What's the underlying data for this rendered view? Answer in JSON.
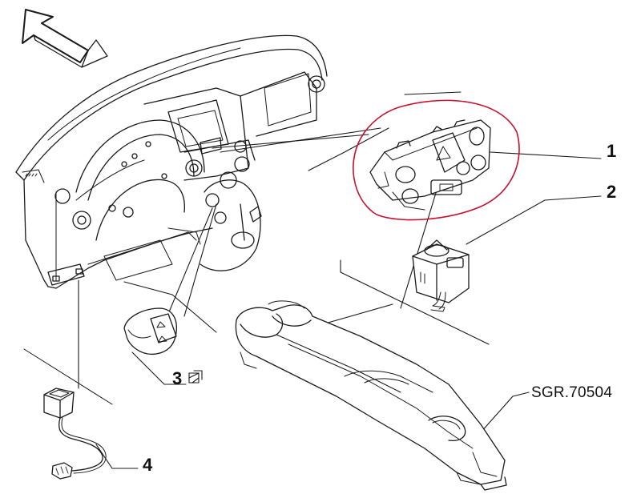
{
  "callouts": {
    "c1": "1",
    "c2": "2",
    "c3": "3",
    "c4": "4"
  },
  "reference": "SGR.70504",
  "highlight_color": "#c8102e",
  "line_color": "#1a1a1a",
  "icons": {
    "direction_arrow": "arrow-up-left-icon",
    "note_symbol": "assembly-note-icon",
    "hazard_symbol": "warning-triangle-icon"
  }
}
